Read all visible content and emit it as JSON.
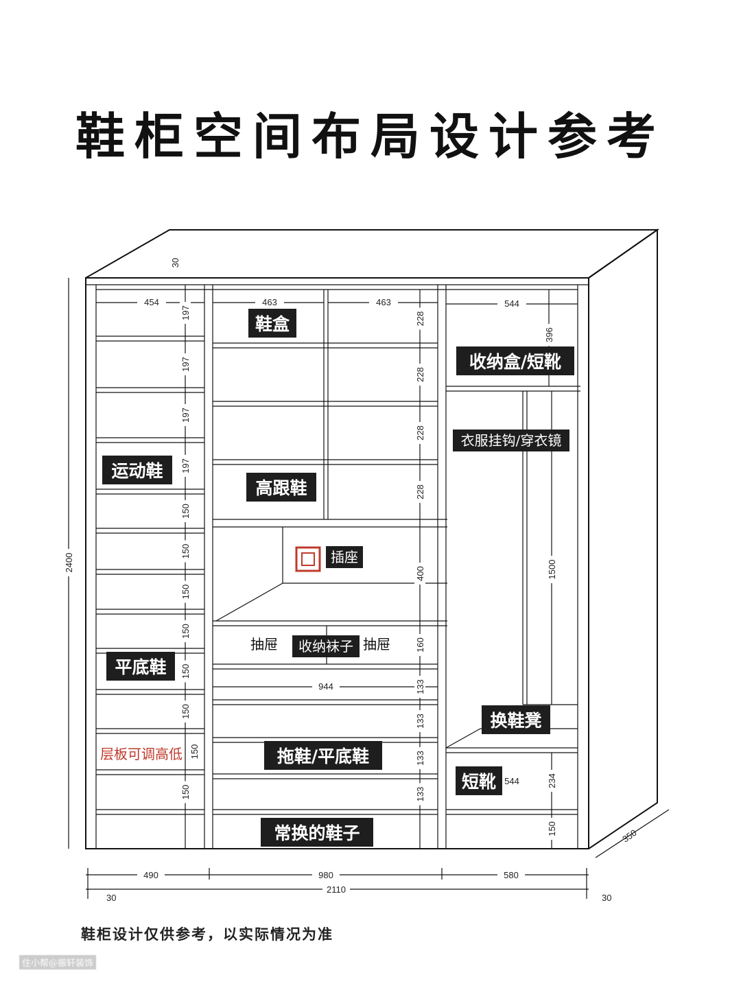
{
  "title": "鞋柜空间布局设计参考",
  "note": "鞋柜设计仅供参考，以实际情况为准",
  "watermark": "住小帮@振轩装饰",
  "labels": {
    "shoe_box": "鞋盒",
    "sports": "运动鞋",
    "heels": "高跟鞋",
    "storage_boots": "收纳盒/短靴",
    "hook_mirror": "衣服挂钩/穿衣镜",
    "socket": "插座",
    "drawer_left": "抽屉",
    "socks": "收纳袜子",
    "drawer_right": "抽屉",
    "flats": "平底鞋",
    "bench": "换鞋凳",
    "adjustable": "层板可调高低",
    "slippers": "拖鞋/平底鞋",
    "short_boots": "短靴",
    "frequent": "常换的鞋子"
  },
  "dims": {
    "top_thick": "30",
    "w454": "454",
    "w463a": "463",
    "w463b": "463",
    "w544a": "544",
    "h396": "396",
    "w944": "944",
    "w544b": "544",
    "h1500": "1500",
    "h400": "400",
    "h160": "160",
    "h234": "234",
    "h150r": "150",
    "total_h": "2400",
    "depth": "350",
    "b490": "490",
    "b980": "980",
    "b580": "580",
    "b2110": "2110",
    "side_l": "30",
    "side_r": "30",
    "left_h": [
      "197",
      "197",
      "197",
      "197",
      "150",
      "150",
      "150",
      "150",
      "150",
      "150",
      "150",
      "150"
    ],
    "mid_h": [
      "228",
      "228",
      "228",
      "228"
    ],
    "mid_low": [
      "133",
      "133",
      "133",
      "133"
    ]
  },
  "colors": {
    "label_bg": "#1e1e1e",
    "accent_red": "#c0392b"
  }
}
